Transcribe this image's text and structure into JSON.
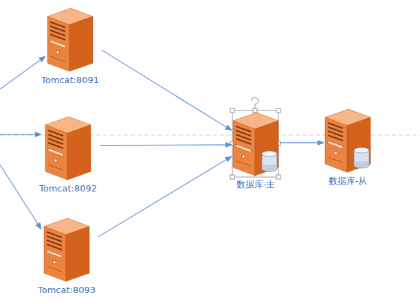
{
  "diagram": {
    "nodes": [
      {
        "text": [
          "Tomcat:8091"
        ]
      },
      {
        "text": [
          "Tomcat:8092"
        ]
      },
      {
        "text": [
          "Tomcat:8093"
        ]
      },
      {
        "text": [
          "数据库-主"
        ]
      },
      {
        "text": [
          "数据库-从"
        ]
      }
    ],
    "edges": [
      {
        "from": 0,
        "to": 3,
        "arrow": "to"
      },
      {
        "from": 1,
        "to": 3,
        "arrow": "to"
      },
      {
        "from": 2,
        "to": 3,
        "arrow": "to"
      },
      {
        "from": 3,
        "to": 4,
        "arrow": "to"
      }
    ]
  }
}
